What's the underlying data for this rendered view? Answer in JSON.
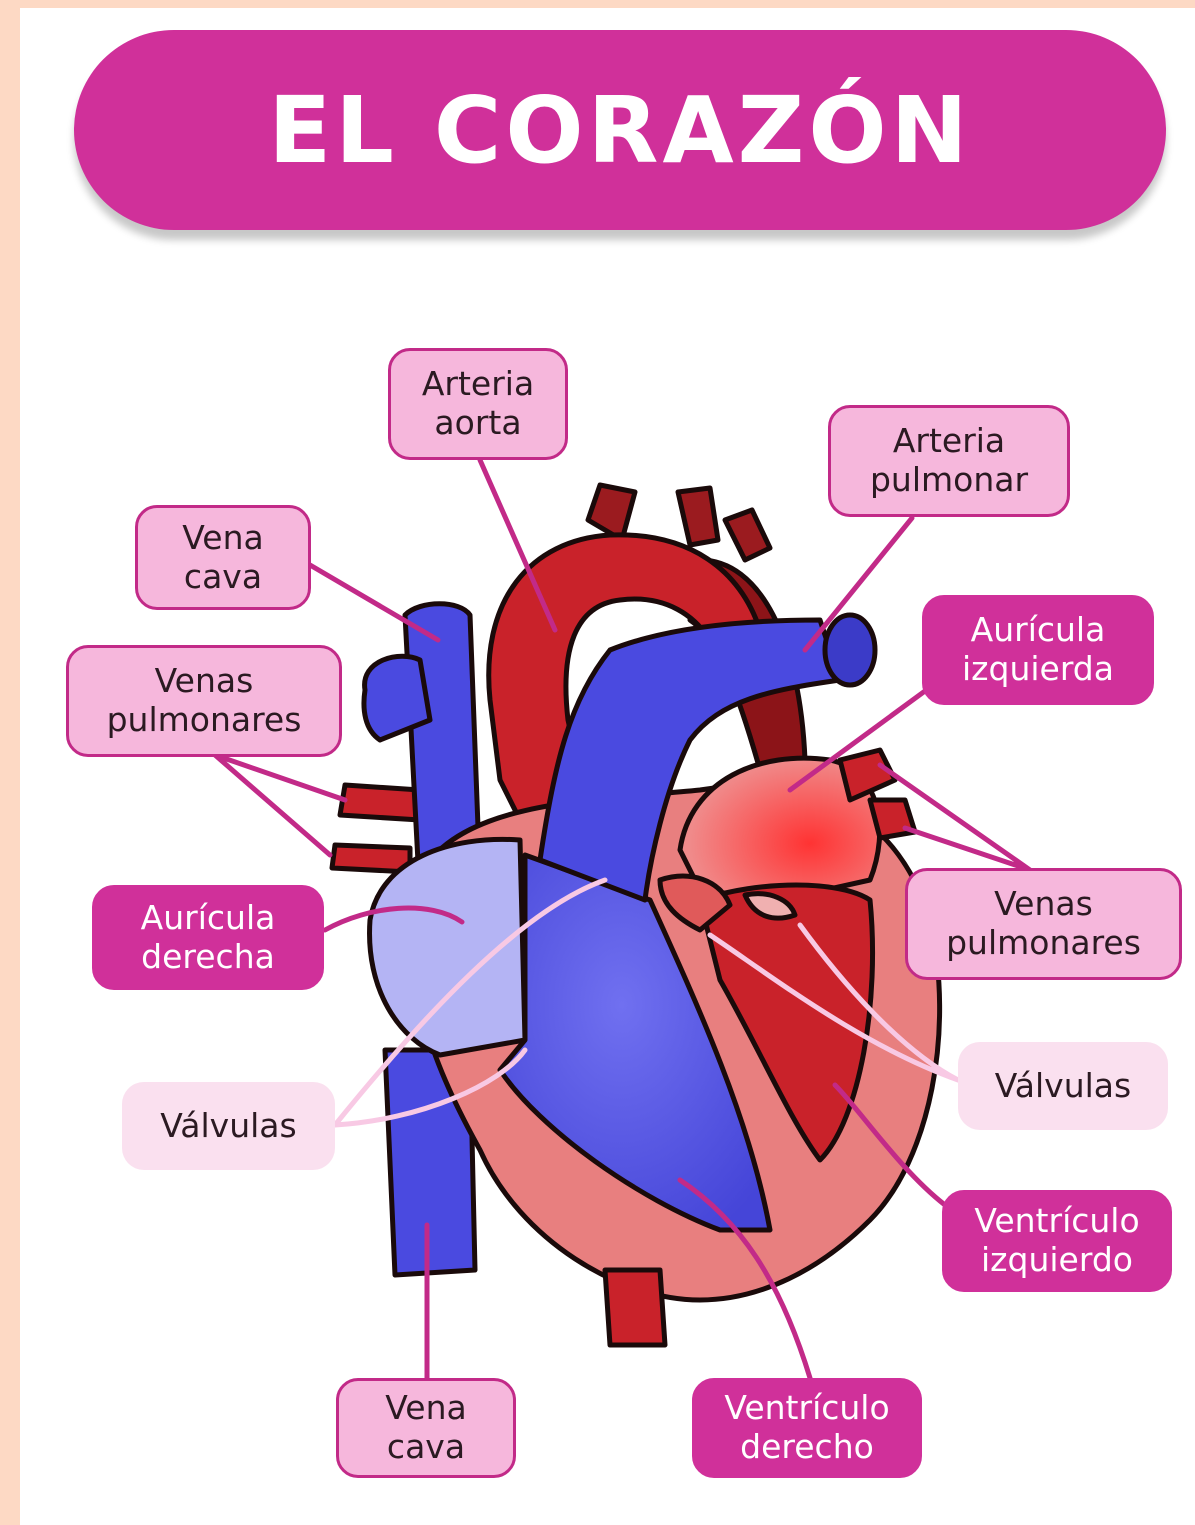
{
  "title": "EL CORAZÓN",
  "colors": {
    "accent": "#d0309a",
    "label_light": "#f6b7dc",
    "label_pale": "#fae0ef",
    "oxygen_poor_blue": "#4a4ae0",
    "oxygen_rich_red": "#c9222a",
    "leader_line": "#c22a88"
  },
  "labels": {
    "arteria_aorta": [
      "Arteria",
      "aorta"
    ],
    "arteria_pulmonar": [
      "Arteria",
      "pulmonar"
    ],
    "vena_cava_superior": [
      "Vena",
      "cava"
    ],
    "venas_pulmonares_izq": [
      "Venas",
      "pulmonares"
    ],
    "auricula_izquierda": [
      "Aurícula",
      "izquierda"
    ],
    "auricula_derecha": [
      "Aurícula",
      "derecha"
    ],
    "venas_pulmonares_der": [
      "Venas",
      "pulmonares"
    ],
    "valvulas_izq": [
      "Válvulas"
    ],
    "valvulas_der": [
      "Válvulas"
    ],
    "ventriculo_izquierdo": [
      "Ventrículo",
      "izquierdo"
    ],
    "vena_cava_inferior": [
      "Vena",
      "cava"
    ],
    "ventriculo_derecho": [
      "Ventrículo",
      "derecho"
    ]
  }
}
